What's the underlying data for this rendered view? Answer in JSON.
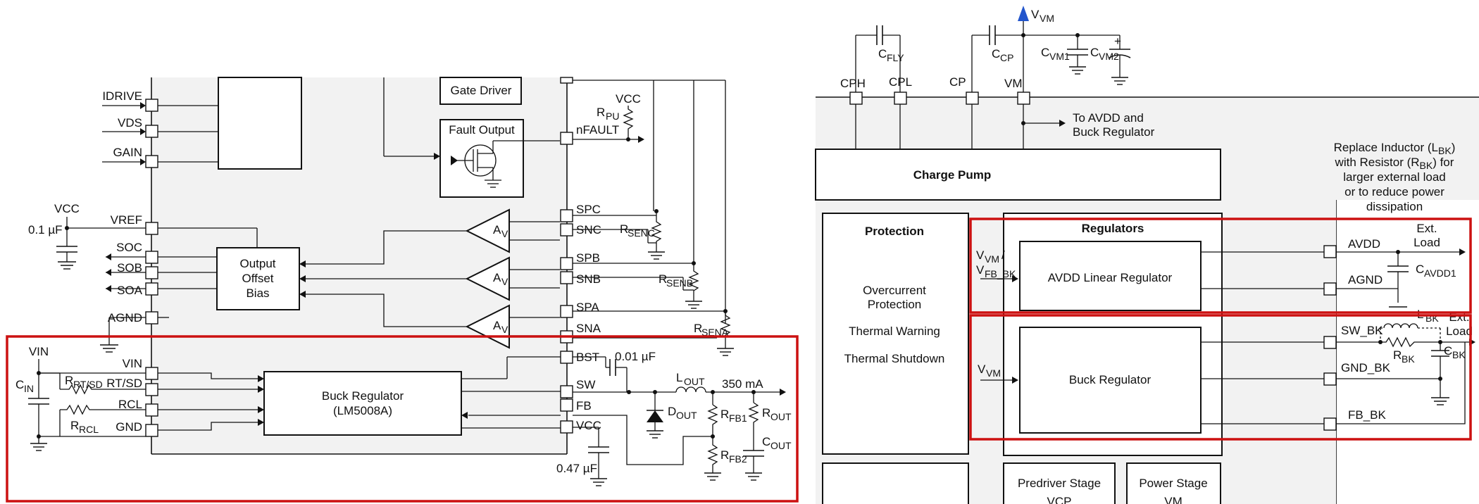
{
  "left_diagram": {
    "blocks": {
      "gate_driver": "Gate Driver",
      "fault_output": "Fault Output",
      "output_offset_bias": [
        "Output",
        "Offset",
        "Bias"
      ],
      "buck_regulator": [
        "Buck Regulator",
        "(LM5008A)"
      ]
    },
    "left_pins": [
      "IDRIVE",
      "VDS",
      "GAIN",
      "VREF",
      "SOC",
      "SOB",
      "SOA",
      "AGND",
      "VIN",
      "RT/SD",
      "RCL",
      "GND"
    ],
    "right_pins": [
      "nFAULT",
      "SPC",
      "SNC",
      "SPB",
      "SNB",
      "SPA",
      "SNA",
      "BST",
      "SW",
      "FB",
      "VCC"
    ],
    "amplifier_label": "A",
    "amplifier_sub": "V",
    "components": {
      "vcc_top": "VCC",
      "rpu": "R",
      "rpu_sub": "PU",
      "vcc_left": "VCC",
      "cap_vref": "0.1 µF",
      "rsenc": "R",
      "rsenc_sub": "SENC",
      "rsenb": "R",
      "rsenb_sub": "SENB",
      "rsena": "R",
      "rsena_sub": "SENA",
      "vin": "VIN",
      "cin": "C",
      "cin_sub": "IN",
      "rrtsd": "R",
      "rrtsd_sub": "RT/SD",
      "rrcl": "R",
      "rrcl_sub": "RCL",
      "cap_bst": "0.01 µF",
      "lout": "L",
      "lout_sub": "OUT",
      "current": "350 mA",
      "dout": "D",
      "dout_sub": "OUT",
      "rfb1": "R",
      "rfb1_sub": "FB1",
      "rfb2": "R",
      "rfb2_sub": "FB2",
      "rout": "R",
      "rout_sub": "OUT",
      "cout": "C",
      "cout_sub": "OUT",
      "cap_vcc": "0.47 µF"
    }
  },
  "right_diagram": {
    "top_pins": [
      "CPH",
      "CPL",
      "CP",
      "VM"
    ],
    "components": {
      "vvm": "V",
      "vvm_sub": "VM",
      "cfly": "C",
      "cfly_sub": "FLY",
      "ccp": "C",
      "ccp_sub": "CP",
      "cvm1": "C",
      "cvm1_sub": "VM1",
      "cvm2": "C",
      "cvm2_sub": "VM2",
      "cavdd1": "C",
      "cavdd1_sub": "AVDD1",
      "rbk": "R",
      "rbk_sub": "BK",
      "lbk": "L",
      "lbk_sub": "BK",
      "cbk": "C",
      "cbk_sub": "BK"
    },
    "to_avdd_note": [
      "To AVDD and",
      "Buck Regulator"
    ],
    "charge_pump": "Charge Pump",
    "protection": {
      "title": "Protection",
      "items": [
        "Overcurrent",
        "Protection",
        "Thermal Warning",
        "Thermal Shutdown"
      ]
    },
    "regulators_title": "Regulators",
    "avdd_input": [
      "V",
      "VM",
      "/",
      "V",
      "FB_BK"
    ],
    "avdd_block": "AVDD Linear Regulator",
    "buck_input": "V",
    "buck_input_sub": "VM",
    "buck_block": "Buck Regulator",
    "side_pins": [
      "AVDD",
      "AGND",
      "SW_BK",
      "GND_BK",
      "FB_BK"
    ],
    "ext_load_1": [
      "Ext.",
      "Load"
    ],
    "ext_load_2": [
      "Ext.",
      "Load"
    ],
    "note": [
      "Replace Inductor (L",
      "BK",
      ") ",
      "with Resistor (R",
      "BK",
      ") for",
      "larger external  load",
      "or to reduce power",
      "dissipation"
    ],
    "bottom_blocks": [
      "Predriver Stage",
      "Power Stage"
    ],
    "bottom_partial": [
      "VCP",
      "VM"
    ]
  },
  "colors": {
    "highlight": "#cc1111",
    "chip_fill": "#f2f2f2",
    "vvm_marker": "#2255cc"
  }
}
